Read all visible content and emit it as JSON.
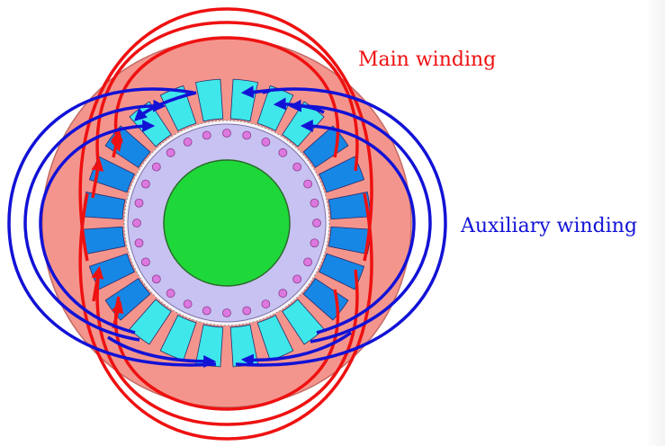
{
  "labels": {
    "main_winding": "Main winding",
    "auxiliary_winding": "Auxiliary winding"
  },
  "colors": {
    "stator": "#f4958d",
    "stator_outline": "#c46a64",
    "rotor": "#c7c2f2",
    "rotor_bar": "#dd78e0",
    "shaft": "#1ed83a",
    "tooth_light": "#3fe7ea",
    "tooth_dark": "#1787e6",
    "main_winding": "#ee1111",
    "auxiliary_winding": "#1212d6"
  },
  "stator_slots": 24,
  "rotor_bars": 28
}
